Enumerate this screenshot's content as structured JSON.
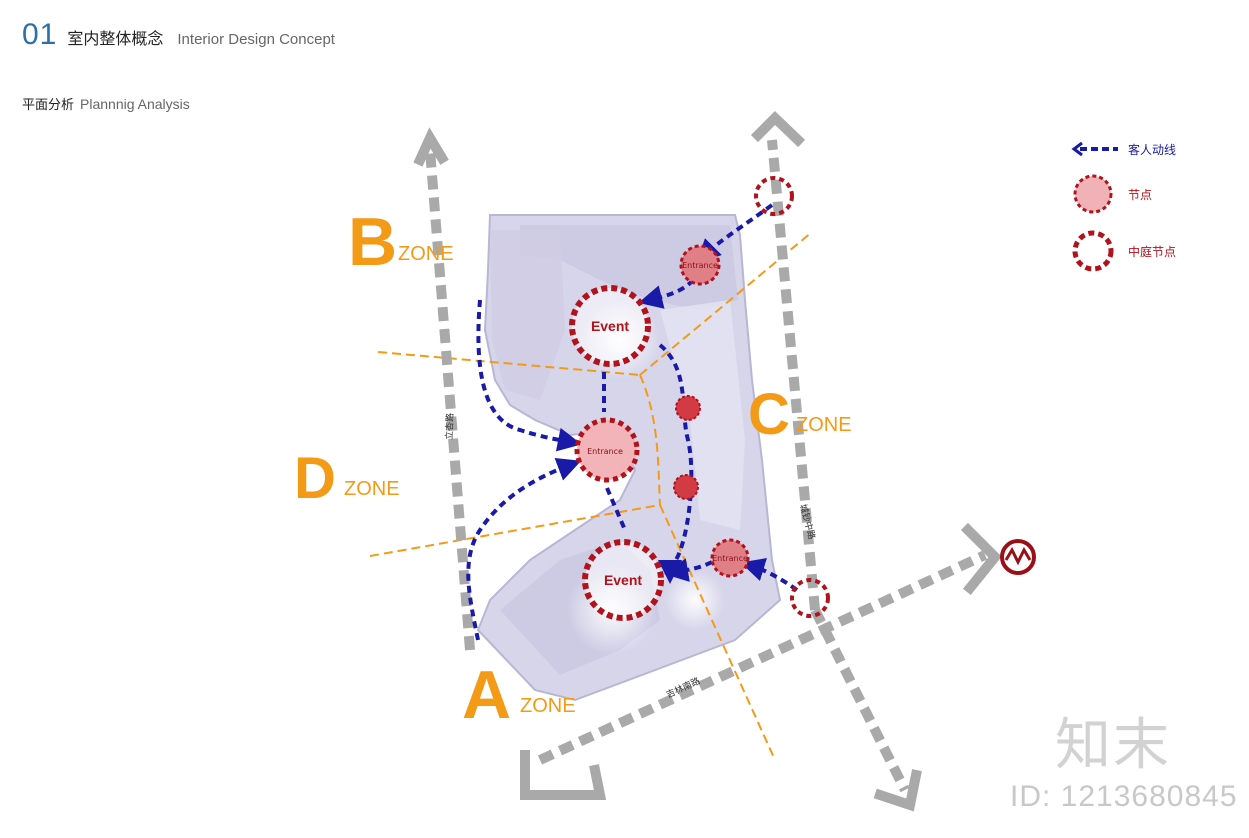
{
  "header": {
    "number": "01",
    "title_cn": "室内整体概念",
    "title_en": "Interior Design Concept"
  },
  "subheader": {
    "title_cn": "平面分析",
    "title_en": "Plannnig Analysis"
  },
  "legend": {
    "items": [
      {
        "label": "客人动线",
        "icon": "dashed-arrow-icon",
        "color": "#1a1aa8"
      },
      {
        "label": "节点",
        "icon": "node-circle-icon",
        "color": "#b0131c"
      },
      {
        "label": "中庭节点",
        "icon": "atrium-node-icon",
        "color": "#b0131c"
      }
    ]
  },
  "zones": {
    "b": {
      "letter": "B",
      "word": "ZONE"
    },
    "c": {
      "letter": "C",
      "word": "ZONE"
    },
    "d": {
      "letter": "D",
      "word": "ZONE"
    },
    "a": {
      "letter": "A",
      "word": "ZONE"
    }
  },
  "nodes": {
    "event_top": "Event",
    "event_bottom": "Event",
    "entrance_top": "Entrance",
    "entrance_middle": "Entrance",
    "entrance_right": "Entrance"
  },
  "roads": {
    "left": "立杏路",
    "right": "城钞中路",
    "bottom": "吉林南路"
  },
  "watermark": {
    "brand": "知末",
    "id": "ID: 1213680845"
  },
  "colors": {
    "accent_blue": "#2d6fa8",
    "zone_orange": "#f39a17",
    "flow_blue": "#1a1aa8",
    "node_red": "#b0131c",
    "road_gray": "#a9a9a9",
    "building": "#d6d4e8"
  }
}
